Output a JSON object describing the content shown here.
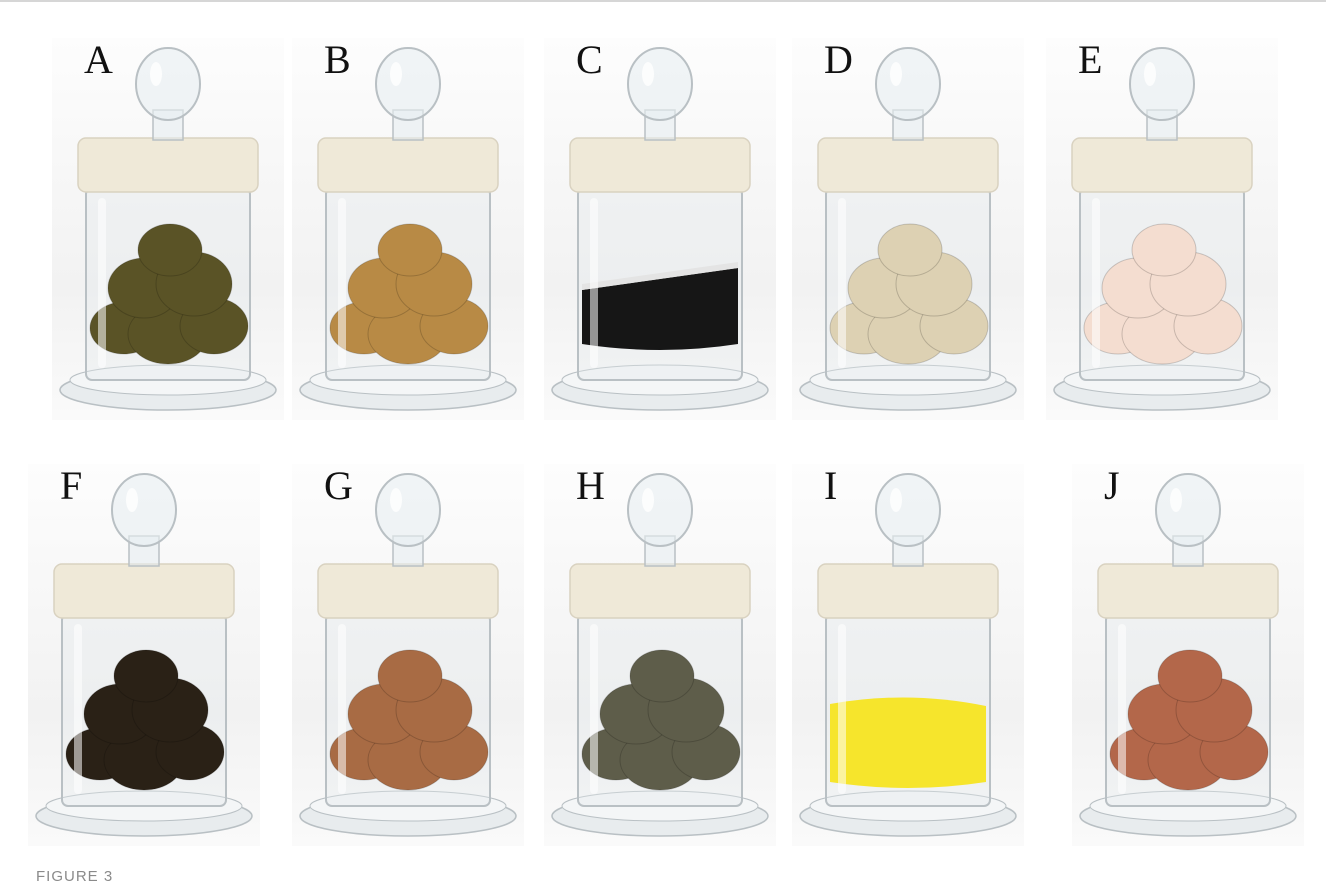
{
  "figure": {
    "caption": "FIGURE 3",
    "panels": [
      {
        "label": "A",
        "content_color": "#5a5326"
      },
      {
        "label": "B",
        "content_color": "#b88a45"
      },
      {
        "label": "C",
        "content_color": "#161616"
      },
      {
        "label": "D",
        "content_color": "#ddd1b3"
      },
      {
        "label": "E",
        "content_color": "#f4ddd0"
      },
      {
        "label": "F",
        "content_color": "#2a2116"
      },
      {
        "label": "G",
        "content_color": "#a86b44"
      },
      {
        "label": "H",
        "content_color": "#5e5d4a"
      },
      {
        "label": "I",
        "content_color": "#f6e52c"
      },
      {
        "label": "J",
        "content_color": "#b3674a"
      }
    ]
  },
  "colors": {
    "lid": "#efe9d8",
    "glass_edge": "#b9c0c4",
    "background": "#ffffff"
  }
}
